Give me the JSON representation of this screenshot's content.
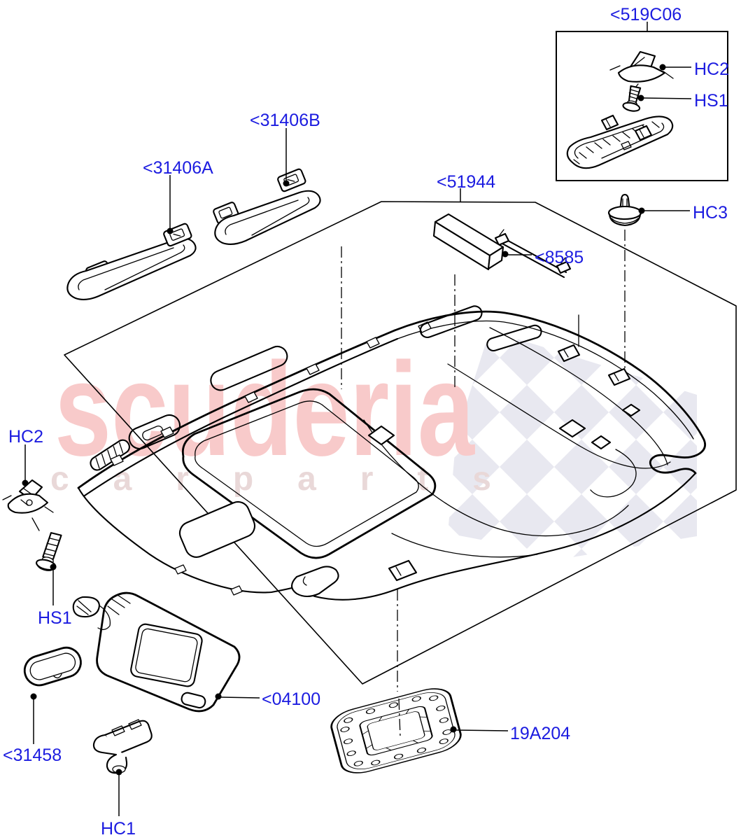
{
  "watermark": {
    "brand": "scuderia",
    "tagline": "c a r p a r t s",
    "brand_color": "#f8caca",
    "tagline_color": "#e9d8d8",
    "checker_color": "#e8e8f0"
  },
  "colors": {
    "label_blue": "#1c1ce0",
    "line_black": "#000000",
    "background": "#ffffff"
  },
  "inset_box": {
    "title": "<519C06",
    "labels": {
      "hc2": "HC2",
      "hs1": "HS1"
    }
  },
  "part_labels": {
    "hc3": "HC3",
    "headliner": "<51944",
    "foam_pad": "<8585",
    "handle_rear": "<31406B",
    "handle_front": "<31406A",
    "hc2": "HC2",
    "hs1": "HS1",
    "sun_visor": "<04100",
    "visor_clip": "<31458",
    "hc1": "HC1",
    "sunroof_frame": "19A204"
  }
}
